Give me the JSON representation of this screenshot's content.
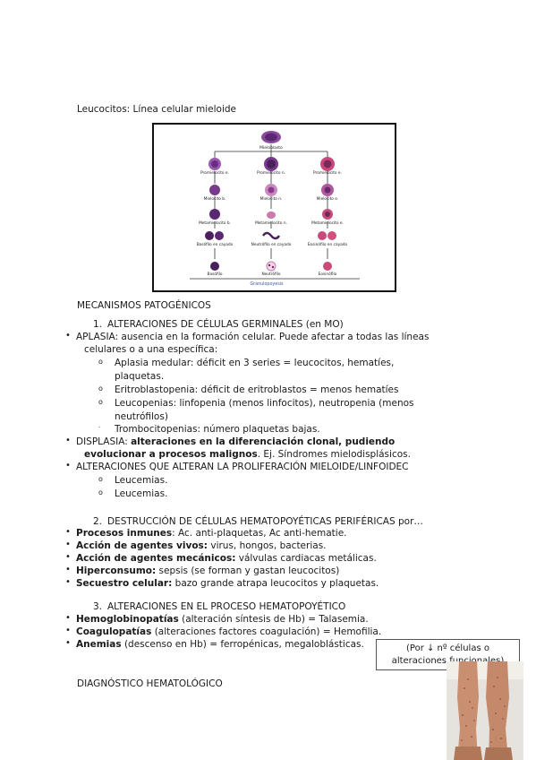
{
  "heading_leucocitos": "Leucocitos: Línea celular mieloide",
  "figure": {
    "top_cell": "Mieloblasto",
    "rows": [
      [
        "Promielocito e.",
        "Promielocito n.",
        "Promielocito e."
      ],
      [
        "Mielocito b.",
        "Mielocito n.",
        "Mielocito e."
      ],
      [
        "Metamielocito b.",
        "Metamielocito n.",
        "Metamielocito e."
      ],
      [
        "Basófilo en cayado",
        "Neutrófilo en cayado",
        "Eosinófilo en cayado"
      ],
      [
        "Basófilo",
        "Neutrófilo",
        "Eosinófilo"
      ]
    ],
    "caption": "Granulopoyesis"
  },
  "mecanismos": {
    "title": "MECANISMOS PATOGÉNICOS",
    "s1": {
      "num": "1.",
      "title": "ALTERACIONES DE CÉLULAS GERMINALES (en MO)",
      "aplasia_l1": "APLASIA: ausencia en la formación celular. Puede afectar a todas las líneas",
      "aplasia_l2": "celulares o a una específica:",
      "sub": [
        {
          "l1": "Aplasia medular: déficit en 3 series = leucocitos, hematíes,",
          "l2": "plaquetas."
        },
        {
          "l1": "Eritroblastopenia: déficit de eritroblastos = menos hematíes",
          "l2": ""
        },
        {
          "l1": "Leucopenias: linfopenia (menos linfocitos), neutropenia (menos",
          "l2": "neutrófilos)"
        },
        {
          "l1": "Trombocitopenias: número plaquetas bajas.",
          "l2": ""
        }
      ],
      "displasia_label": "DISPLASIA: ",
      "displasia_bold1": "alteraciones en la diferenciación clonal, pudiendo",
      "displasia_bold2": "evolucionar a procesos malignos",
      "displasia_rest": ". Ej. Síndromes mielodisplásicos.",
      "alteraciones": "ALTERACIONES QUE ALTERAN LA PROLIFERACIÓN MIELOIDE/LINFOIDEC",
      "leucemias": [
        "Leucemias.",
        "Leucemias."
      ]
    },
    "s2": {
      "num": "2.",
      "title": "DESTRUCCIÓN DE CÉLULAS HEMATOPOYÉTICAS PERIFÉRICAS por…",
      "items": [
        {
          "bold": "Procesos inmunes",
          "rest": ": Ac. anti-plaquetas, Ac anti-hematie."
        },
        {
          "bold": "Acción de agentes vivos:",
          "rest": " virus, hongos, bacterias."
        },
        {
          "bold": "Acción de agentes mecánicos:",
          "rest": " válvulas cardiacas metálicas."
        },
        {
          "bold": "Hiperconsumo:",
          "rest": " sepsis (se forman y gastan leucocitos)"
        },
        {
          "bold": "Secuestro celular:",
          "rest": " bazo grande atrapa leucocitos y plaquetas."
        }
      ]
    },
    "s3": {
      "num": "3.",
      "title": "ALTERACIONES EN EL PROCESO HEMATOPOYÉTICO",
      "items": [
        {
          "bold": "Hemoglobinopatías",
          "rest": " (alteración síntesis de Hb) = Talasemia."
        },
        {
          "bold": "Coagulopatías",
          "rest": " (alteraciones factores coagulación) = Hemofilia."
        },
        {
          "bold": "Anemias",
          "rest": " (descenso en Hb) = ferropénicas, megaloblásticas."
        }
      ]
    }
  },
  "callout": {
    "l1": "(Por ↓ nº células o",
    "l2": "alteraciones funcionales)"
  },
  "diagnostico": "DIAGNÓSTICO HEMATOLÓGICO",
  "colors": {
    "cell_purple": "#7a3a8c",
    "cell_pink": "#c94a7a",
    "cell_dark": "#4a1f5e",
    "caption_blue": "#3a56b8"
  }
}
